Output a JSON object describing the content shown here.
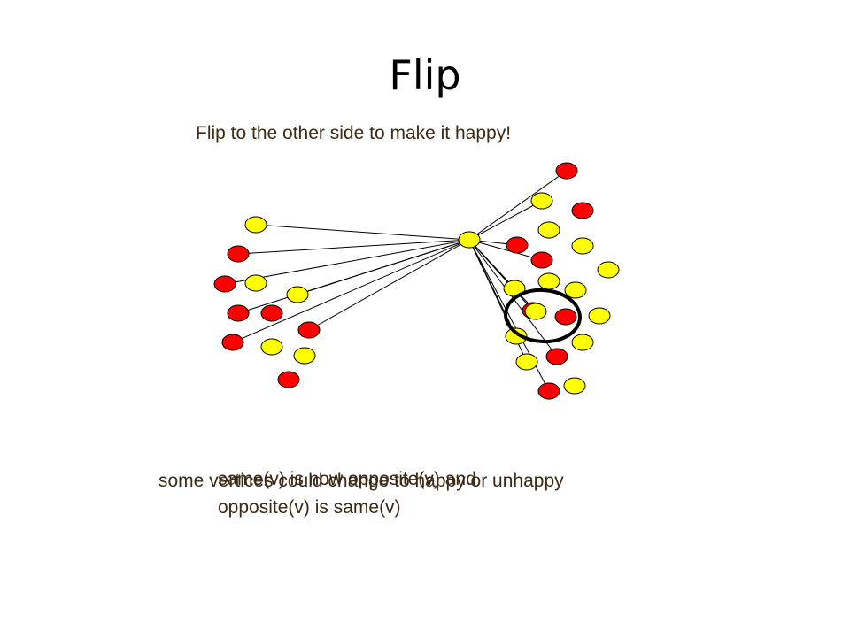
{
  "title": "Flip",
  "subtitle": "Flip to the other side to make it happy!",
  "text_line_a": "some vertices could change to happy or unhappy",
  "text_line_b": "same(v) is now opposite(v) and",
  "text_line_c": "opposite(v) is same(v)",
  "colors": {
    "red": "#ff0000",
    "yellow": "#ffff00",
    "outline": "#000000",
    "text": "#3b2a14"
  }
}
